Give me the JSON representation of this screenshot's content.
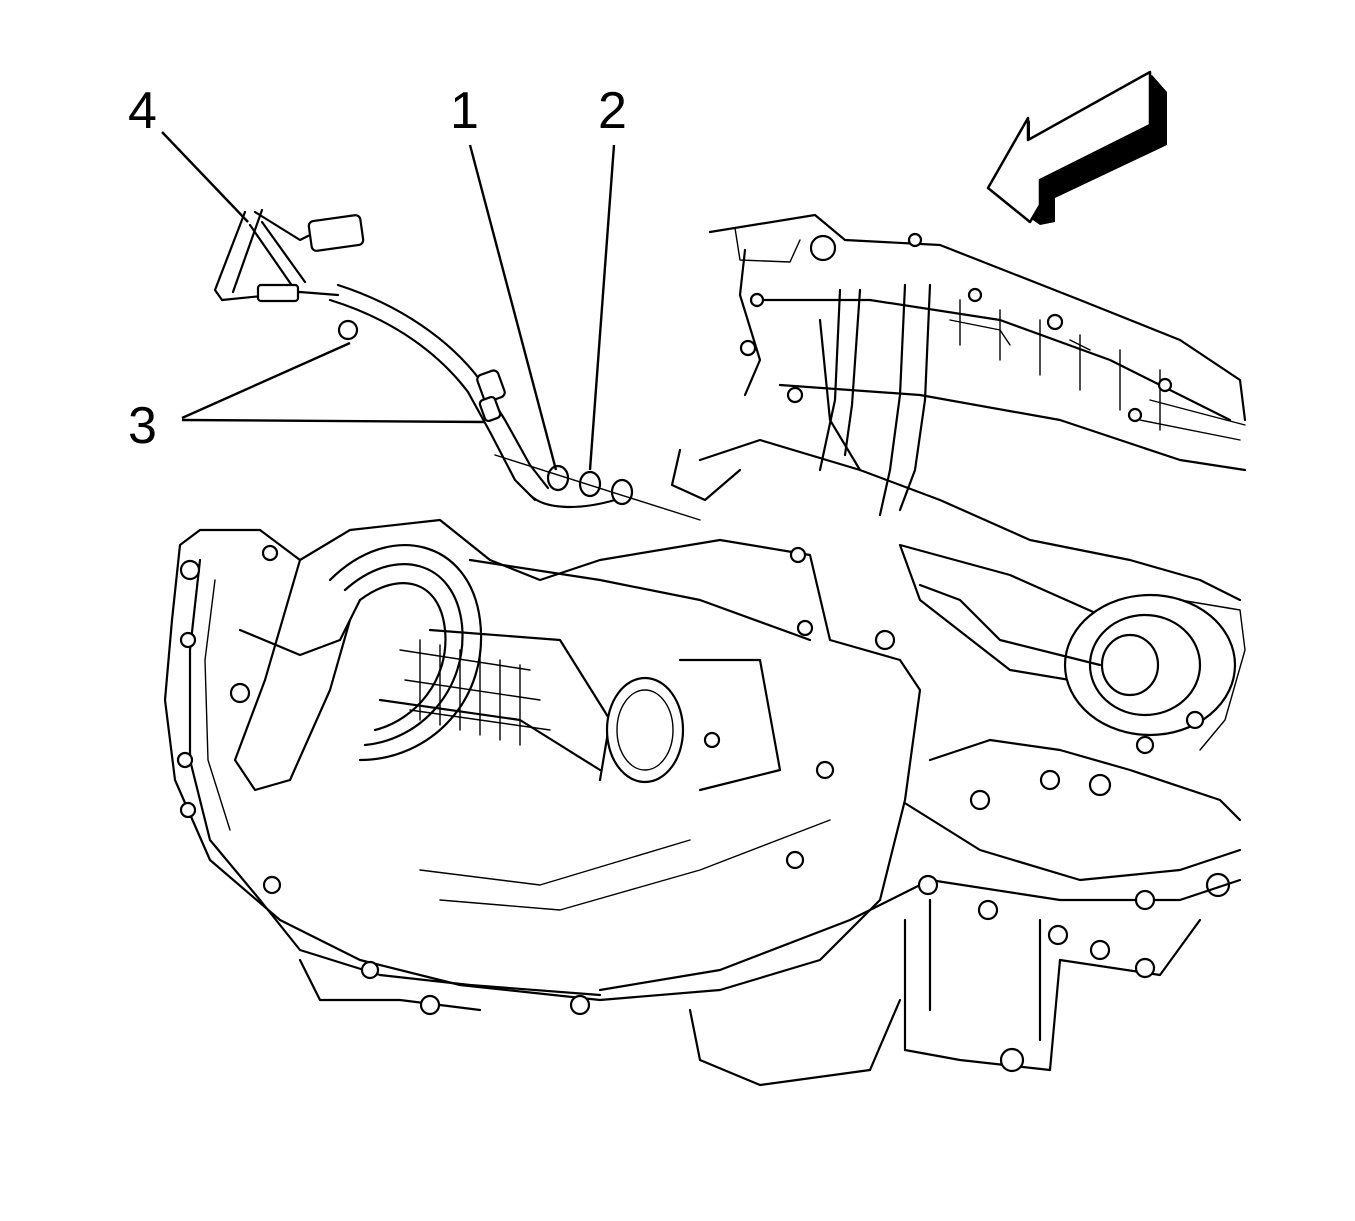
{
  "callouts": [
    {
      "id": "1",
      "text": "1"
    },
    {
      "id": "2",
      "text": "2"
    },
    {
      "id": "3",
      "text": "3"
    },
    {
      "id": "4",
      "text": "4"
    }
  ],
  "icons": {
    "direction_arrow": "front-direction-arrow-icon"
  },
  "colors": {
    "line": "#000000",
    "background": "#ffffff"
  }
}
